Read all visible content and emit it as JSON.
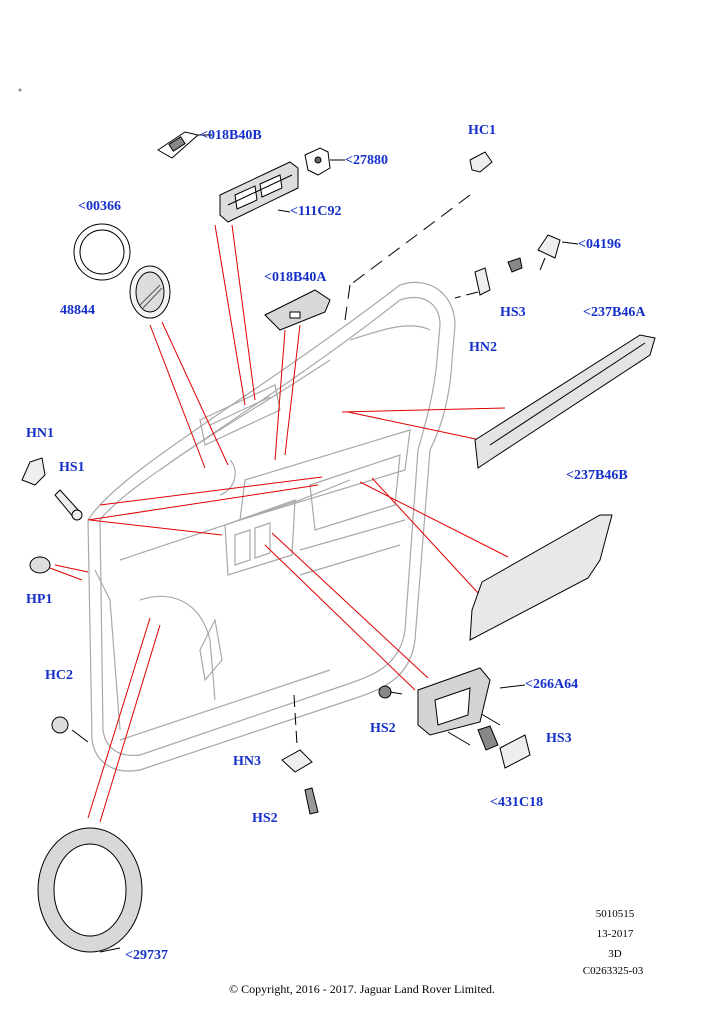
{
  "callouts": {
    "p018B40B": "<018B40B",
    "p27880": "<27880",
    "p111C92": "<111C92",
    "p00366": "<00366",
    "p48844": "48844",
    "p018B40A": "<018B40A",
    "HC1": "HC1",
    "p04196": "<04196",
    "HS3_top": "HS3",
    "HN2": "HN2",
    "p237B46A": "<237B46A",
    "HN1": "HN1",
    "HS1": "HS1",
    "p237B46B": "<237B46B",
    "HP1": "HP1",
    "HC2": "HC2",
    "p266A64": "<266A64",
    "HS2_mid": "HS2",
    "HS3_bottom": "HS3",
    "HN3": "HN3",
    "p431C18": "<431C18",
    "HS2_bottom": "HS2",
    "p29737": "<29737"
  },
  "meta": {
    "number": "5010515",
    "date": "13-2017",
    "view": "3D",
    "code": "C0263325-03"
  },
  "copyright": "© Copyright, 2016 - 2017. Jaguar Land Rover Limited.",
  "colors": {
    "callout": "#1530c8",
    "leader": "#e00000",
    "line": "#000000",
    "outline": "#a8a8a8"
  }
}
